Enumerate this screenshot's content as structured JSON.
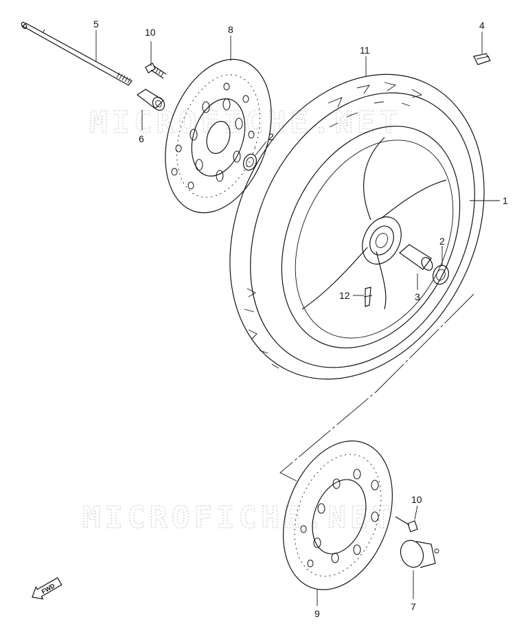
{
  "watermark": {
    "text_top": "MICROFICHE.NET",
    "text_bottom": "MICROFICHE.NET"
  },
  "direction_label": "FWD",
  "callouts": [
    {
      "id": "1",
      "label": "1"
    },
    {
      "id": "2a",
      "label": "2"
    },
    {
      "id": "2b",
      "label": "2"
    },
    {
      "id": "3",
      "label": "3"
    },
    {
      "id": "4",
      "label": "4"
    },
    {
      "id": "5",
      "label": "5"
    },
    {
      "id": "6",
      "label": "6"
    },
    {
      "id": "7",
      "label": "7"
    },
    {
      "id": "8",
      "label": "8"
    },
    {
      "id": "9",
      "label": "9"
    },
    {
      "id": "10a",
      "label": "10"
    },
    {
      "id": "10b",
      "label": "10"
    },
    {
      "id": "11",
      "label": "11"
    },
    {
      "id": "12",
      "label": "12"
    }
  ]
}
